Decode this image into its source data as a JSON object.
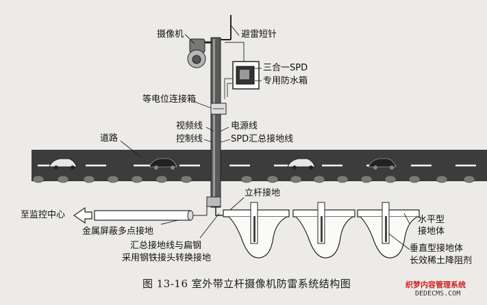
{
  "labels": {
    "camera": "摄像机",
    "lightning_rod": "避雷短针",
    "spd": "三合一SPD",
    "waterproof_box": "专用防水箱",
    "equipotential_box": "等电位连接箱",
    "video_line": "视频线",
    "power_line": "电源线",
    "control_line": "控制线",
    "spd_ground_line": "SPD汇总接地线",
    "road": "道路",
    "pole_ground": "立杆接地",
    "to_monitor": "至监控中心",
    "shield_ground": "金属屏蔽多点接地",
    "conversion_line1": "汇总接地线与扁钢",
    "conversion_line2": "采用钢铁接头转换接地",
    "horizontal1": "水平型",
    "horizontal2": "接地体",
    "vertical1": "垂直型接地体",
    "vertical2": "长效稀土降阻剂"
  },
  "caption": "图 13-16   室外带立杆摄像机防雷系统结构图",
  "watermark": {
    "line1": "织梦内容管理系统",
    "line2": "DEDECMS.COM"
  },
  "colors": {
    "road": "#3c3c3c",
    "lane": "#ffffff",
    "pole": "#5a5a5a",
    "soil": "#f4f4f1",
    "outline": "#222222"
  }
}
